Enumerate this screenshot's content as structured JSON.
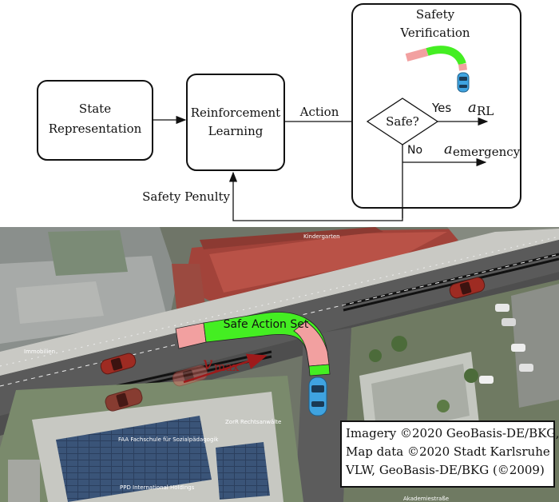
{
  "flow": {
    "state_line1": "State",
    "state_line2": "Representation",
    "rl_line1": "Reinforcement",
    "rl_line2": "Learning",
    "action_label": "Action",
    "safety_title_line1": "Safety",
    "safety_title_line2": "Verification",
    "decision_label": "Safe?",
    "yes_label": "Yes",
    "no_label": "No",
    "a_rl_main": "a",
    "a_rl_sub": "RL",
    "a_em_main": "a",
    "a_em_sub": "emergency",
    "penalty_label": "Safety Penulty"
  },
  "scene": {
    "safe_action_set_label": "Safe Action Set",
    "vmax_main": "v",
    "vmax_sub": "max",
    "map_labels": {
      "building_top": "Kindergarten",
      "building_left": "Immobilien",
      "school": "FAA Fachschule für Sozialpädagogik",
      "lawyer": "ZorR Rechtsanwälte",
      "holdings": "PPD International Holdings",
      "street": "Akademiestraße"
    },
    "attribution_line1": "Imagery ©2020 GeoBasis-DE/BKG,",
    "attribution_line2": "Map data ©2020 Stadt Karlsruhe",
    "attribution_line3": "VLW, GeoBasis-DE/BKG (©2009)"
  },
  "colors": {
    "safe_green": "#44ee22",
    "unsafe_pink": "#f2a0a0",
    "ego_car": "#3fa3e0",
    "other_car": "#9e2b22",
    "arrow_red": "#9e1a1a",
    "road": "#5a5a5a"
  }
}
